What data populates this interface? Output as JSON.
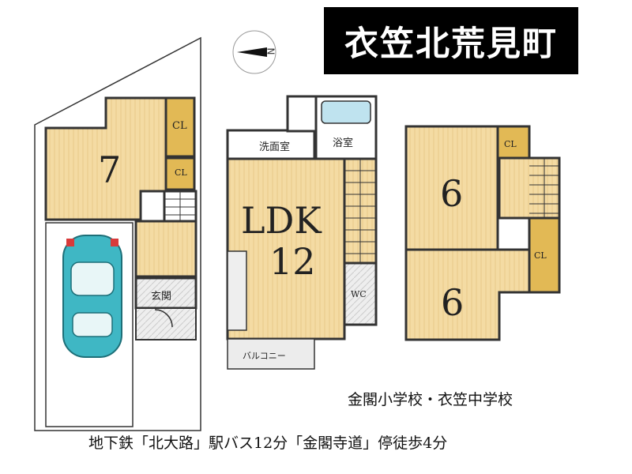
{
  "title": "衣笠北荒見町",
  "compass": {
    "north_label": "N"
  },
  "rooms": {
    "room_7": "7",
    "cl_top_left": "CL",
    "cl_small_left": "CL",
    "genkan": "玄関",
    "senmen": "洗面室",
    "yokushitsu": "浴室",
    "ldk": "LDK",
    "ldk_size": "12",
    "wc": "WC",
    "balcony": "バルコニー",
    "room_6_upper": "6",
    "room_6_lower": "6",
    "cl_right_top": "CL",
    "cl_right_bottom": "CL"
  },
  "info": {
    "schools": "金閣小学校・衣笠中学校",
    "access": "地下鉄「北大路」駅バス12分「金閣寺道」停徒歩4分"
  },
  "colors": {
    "floor": "#f3d9a0",
    "closet": "#e2b955",
    "car": "#3fb7c4",
    "wall": "#333333"
  }
}
